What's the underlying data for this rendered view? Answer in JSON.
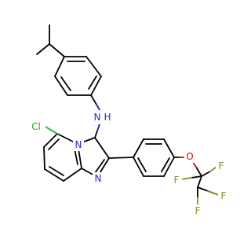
{
  "molecule": {
    "colors": {
      "carbon": "#000000",
      "nitrogen": "#2a2acc",
      "oxygen": "#e00000",
      "fluorine": "#7a9a28",
      "chlorine": "#22aa22"
    },
    "labels": {
      "cl": "Cl",
      "n_amine": "N",
      "h_amine": "H",
      "n_bridge": "N",
      "n_ring": "N",
      "o": "O",
      "f1": "F",
      "f2": "F",
      "f3": "F",
      "f4": "F"
    }
  }
}
